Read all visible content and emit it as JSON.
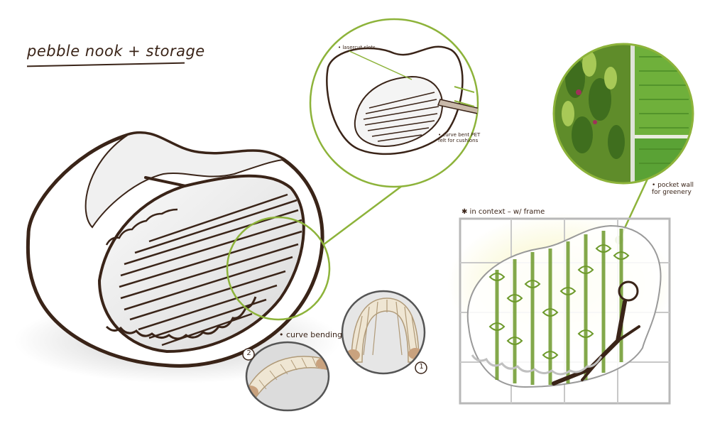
{
  "title": "pebble nook + storage",
  "annotations": {
    "lasercut": "• lasercut slots",
    "curve_bent": "• curve bent PET felt for cushions",
    "curve_bending": "• curve bending",
    "pocket_wall": "• pocket wall for greenery",
    "in_context": "✱ in context – w/ frame",
    "step_1": "1",
    "step_2": "2"
  },
  "colors": {
    "ink": "#3a2418",
    "accent_green": "#8db33a",
    "plant_green": "#6e9a2c",
    "frame_gray": "#b8b8b8"
  }
}
